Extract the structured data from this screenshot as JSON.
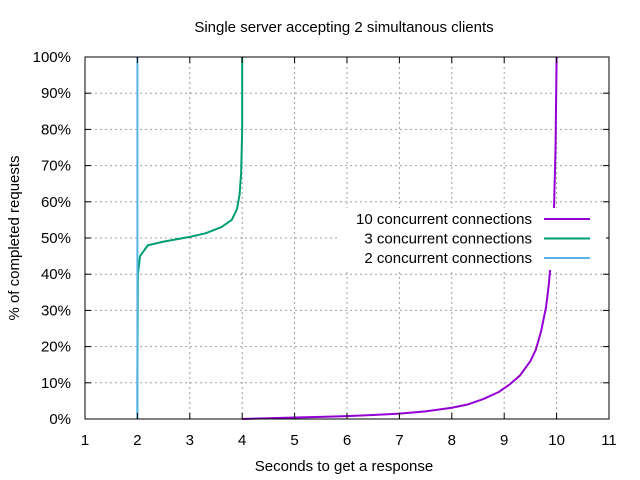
{
  "chart_data": {
    "type": "line",
    "title": "Single server accepting 2 simultanous clients",
    "xlabel": "Seconds to get a response",
    "ylabel": "% of completed requests",
    "xlim": [
      1,
      11
    ],
    "ylim": [
      0,
      100
    ],
    "x_ticks": [
      1,
      2,
      3,
      4,
      5,
      6,
      7,
      8,
      9,
      10,
      11
    ],
    "x_tick_labels": [
      "1",
      "2",
      "3",
      "4",
      "5",
      "6",
      "7",
      "8",
      "9",
      "10",
      "11"
    ],
    "y_ticks": [
      0,
      10,
      20,
      30,
      40,
      50,
      60,
      70,
      80,
      90,
      100
    ],
    "y_tick_labels": [
      "0%",
      "10%",
      "20%",
      "30%",
      "40%",
      "50%",
      "60%",
      "70%",
      "80%",
      "90%",
      "100%"
    ],
    "grid": true,
    "legend_position": "right",
    "series": [
      {
        "name": "10 concurrent connections",
        "color": "#9400d3",
        "points": [
          [
            4.0,
            0
          ],
          [
            4.5,
            0.2
          ],
          [
            5.0,
            0.4
          ],
          [
            5.5,
            0.6
          ],
          [
            6.0,
            0.8
          ],
          [
            6.5,
            1.1
          ],
          [
            7.0,
            1.5
          ],
          [
            7.5,
            2.1
          ],
          [
            8.0,
            3.1
          ],
          [
            8.3,
            4.0
          ],
          [
            8.6,
            5.5
          ],
          [
            8.9,
            7.5
          ],
          [
            9.1,
            9.5
          ],
          [
            9.3,
            12
          ],
          [
            9.5,
            16
          ],
          [
            9.6,
            19
          ],
          [
            9.7,
            24
          ],
          [
            9.8,
            31
          ],
          [
            9.85,
            37
          ],
          [
            9.9,
            45
          ],
          [
            9.95,
            58
          ],
          [
            9.98,
            75
          ],
          [
            10.0,
            100
          ]
        ]
      },
      {
        "name": "3 concurrent connections",
        "color": "#009e73",
        "points": [
          [
            2.0,
            0
          ],
          [
            2.0,
            12
          ],
          [
            2.01,
            40
          ],
          [
            2.05,
            45
          ],
          [
            2.2,
            48
          ],
          [
            2.5,
            49
          ],
          [
            3.0,
            50.3
          ],
          [
            3.3,
            51.3
          ],
          [
            3.6,
            53
          ],
          [
            3.8,
            55
          ],
          [
            3.9,
            58
          ],
          [
            3.95,
            62
          ],
          [
            3.98,
            68
          ],
          [
            4.0,
            80
          ],
          [
            4.0,
            100
          ]
        ]
      },
      {
        "name": "2 concurrent connections",
        "color": "#56b4e9",
        "points": [
          [
            2.0,
            0
          ],
          [
            2.0,
            100
          ]
        ]
      }
    ]
  }
}
